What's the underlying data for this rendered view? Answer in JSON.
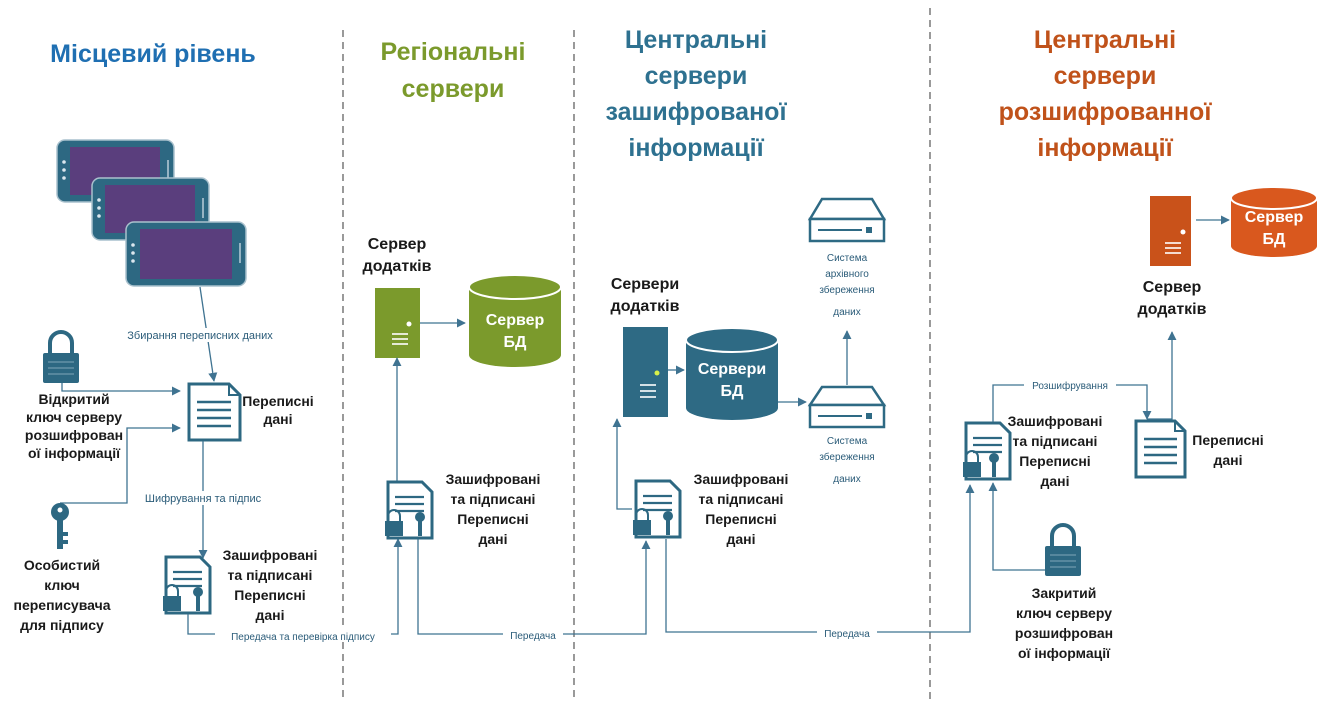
{
  "columns": {
    "local": {
      "title": "Місцевий рівень",
      "color": "#1f6fb2"
    },
    "regional": {
      "title_lines": [
        "Регіональні",
        "сервери"
      ],
      "color": "#7b9a2c"
    },
    "central_encrypted": {
      "title_lines": [
        "Центральні",
        "сервери",
        "зашифрованої",
        "інформації"
      ],
      "color": "#2e7190"
    },
    "central_decrypted": {
      "title_lines": [
        "Центральні",
        "сервери",
        "розшифрованної",
        "інформації"
      ],
      "color": "#c0521a"
    }
  },
  "local": {
    "collect_label": "Збирання переписних даних",
    "public_key_lines": [
      "Відкритий",
      "ключ серверу",
      "розшифрован",
      "ої інформації"
    ],
    "census_data_lines": [
      "Переписні",
      "дані"
    ],
    "encrypt_sign_label": "Шифрування та підпис",
    "private_key_lines": [
      "Особистий",
      "ключ",
      "переписувача",
      "для підпису"
    ],
    "encrypted_data_lines": [
      "Зашифровані",
      "та підписані",
      "Переписні",
      "дані"
    ],
    "transfer_verify_label": "Передача та перевірка підпису"
  },
  "regional": {
    "app_server_lines": [
      "Сервер",
      "додатків"
    ],
    "db_lines": [
      "Сервер",
      "БД"
    ],
    "encrypted_data_lines": [
      "Зашифровані",
      "та підписані",
      "Переписні",
      "дані"
    ],
    "transfer_label": "Передача"
  },
  "central_encrypted": {
    "app_servers_lines": [
      "Сервери",
      "додатків"
    ],
    "db_lines": [
      "Сервери",
      "БД"
    ],
    "archive_lines": [
      "Система",
      "архівного",
      "збереження",
      "даних"
    ],
    "storage_lines": [
      "Система",
      "збереження",
      "даних"
    ],
    "encrypted_data_lines": [
      "Зашифровані",
      "та підписані",
      "Переписні",
      "дані"
    ],
    "transfer_label": "Передача"
  },
  "central_decrypted": {
    "db_lines": [
      "Сервер",
      "БД"
    ],
    "app_server_lines": [
      "Сервер",
      "додатків"
    ],
    "decrypt_label": "Розшифрування",
    "encrypted_data_lines": [
      "Зашифровані",
      "та підписані",
      "Переписні",
      "дані"
    ],
    "census_data_lines": [
      "Переписні",
      "дані"
    ],
    "closed_key_lines": [
      "Закритий",
      "ключ серверу",
      "розшифрован",
      "ої інформації"
    ]
  }
}
